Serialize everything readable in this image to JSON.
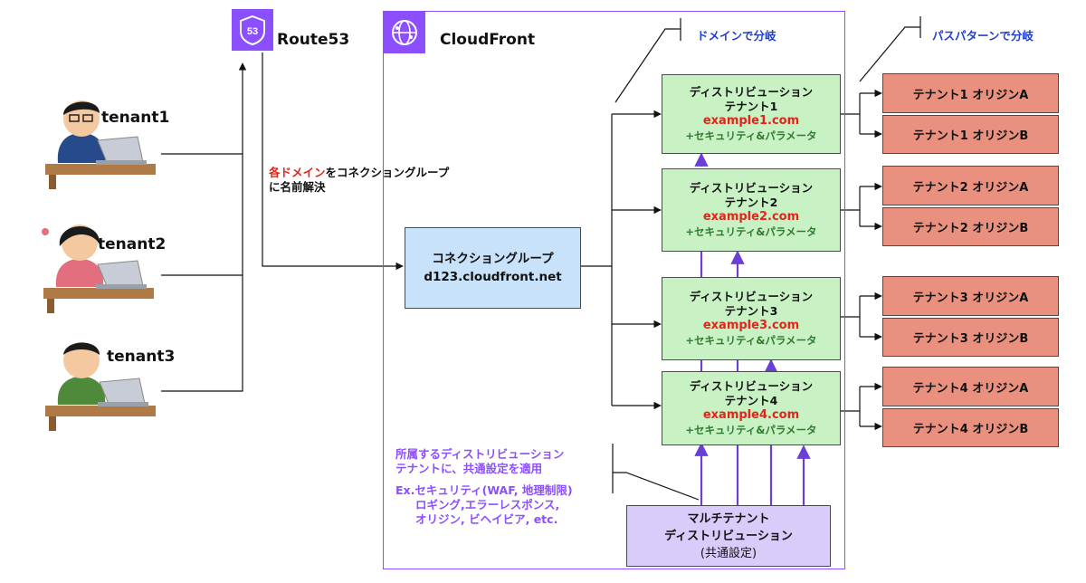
{
  "route53": {
    "label": "Route53",
    "icon_text": "53"
  },
  "cloudfront": {
    "label": "CloudFront"
  },
  "tenants": [
    {
      "label": "tenant1"
    },
    {
      "label": "tenant2"
    },
    {
      "label": "tenant3"
    }
  ],
  "resolution_note": {
    "highlight": "各ドメイン",
    "text1": "をコネクショングループ",
    "text2": "に名前解決"
  },
  "connection_group": {
    "title": "コネクショングループ",
    "domain": "d123.cloudfront.net"
  },
  "callouts": {
    "domain_branch": "ドメインで分岐",
    "path_branch": "パスパターンで分岐"
  },
  "distributions": [
    {
      "line1": "ディストリビューション",
      "line2": "テナント1",
      "domain": "example1.com",
      "extras": "+セキュリティ&パラメータ"
    },
    {
      "line1": "ディストリビューション",
      "line2": "テナント2",
      "domain": "example2.com",
      "extras": "+セキュリティ&パラメータ"
    },
    {
      "line1": "ディストリビューション",
      "line2": "テナント3",
      "domain": "example3.com",
      "extras": "+セキュリティ&パラメータ"
    },
    {
      "line1": "ディストリビューション",
      "line2": "テナント4",
      "domain": "example4.com",
      "extras": "+セキュリティ&パラメータ"
    }
  ],
  "origins": [
    {
      "label": "テナント1 オリジンA"
    },
    {
      "label": "テナント1 オリジンB"
    },
    {
      "label": "テナント2 オリジンA"
    },
    {
      "label": "テナント2 オリジンB"
    },
    {
      "label": "テナント3 オリジンA"
    },
    {
      "label": "テナント3 オリジンB"
    },
    {
      "label": "テナント4 オリジンA"
    },
    {
      "label": "テナント4 オリジンB"
    }
  ],
  "shared_note": {
    "line1": "所属するディストリビューション",
    "line2": "テナントに、共通設定を適用",
    "line3": "Ex.セキュリティ(WAF, 地理制限)",
    "line4": "ロギング,エラーレスポンス,",
    "line5": "オリジン, ビヘイビア, etc."
  },
  "multi_tenant": {
    "line1": "マルチテナント",
    "line2": "ディストリビューション",
    "line3": "(共通設定)"
  },
  "colors": {
    "aws_purple": "#8c4fff",
    "distribution_green": "#c8f2c4",
    "origin_salmon": "#e9907e",
    "connection_blue": "#c8e2fa",
    "multi_lavender": "#d9cbfa",
    "callout_blue": "#1f3fcf",
    "domain_red": "#e3241b"
  }
}
